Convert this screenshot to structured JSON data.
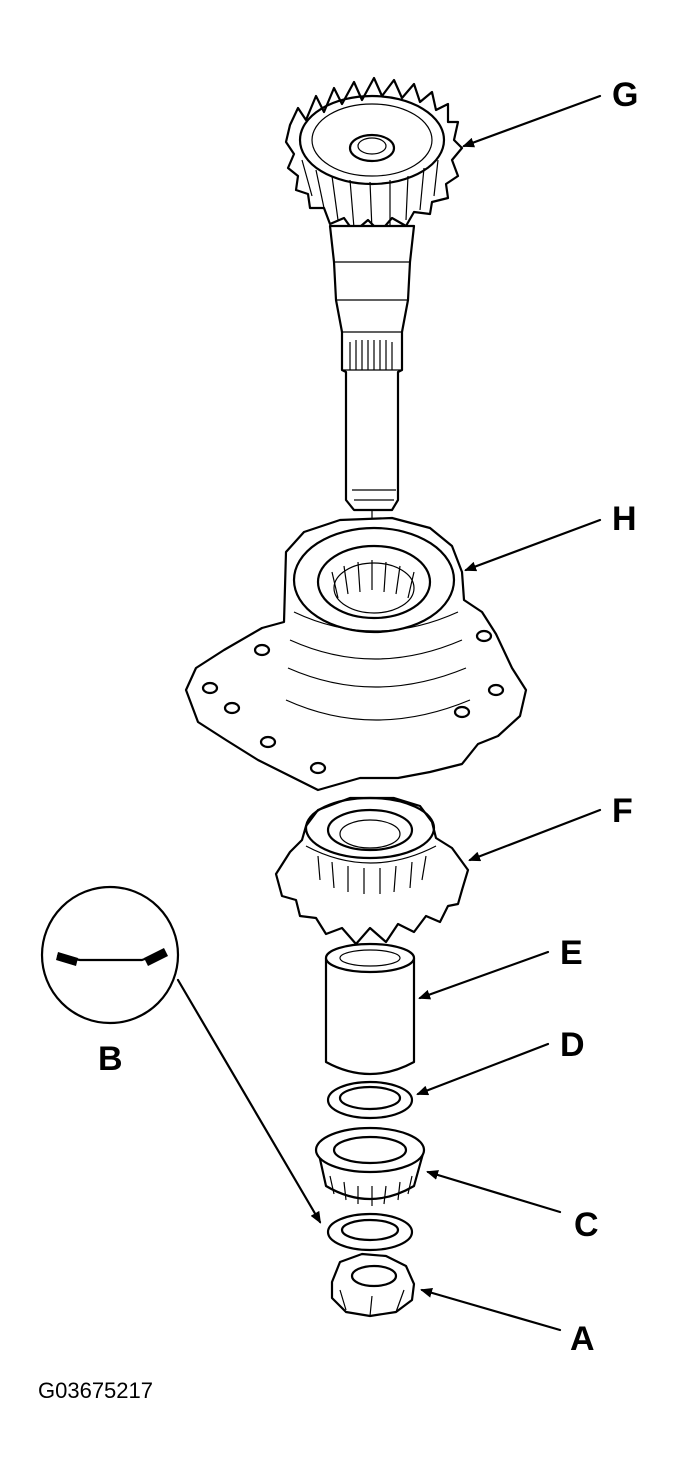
{
  "figure_id": "G03675217",
  "callouts": {
    "A": "A",
    "B": "B",
    "C": "C",
    "D": "D",
    "E": "E",
    "F": "F",
    "G": "G",
    "H": "H"
  },
  "colors": {
    "line": "#000000",
    "background": "#ffffff"
  }
}
